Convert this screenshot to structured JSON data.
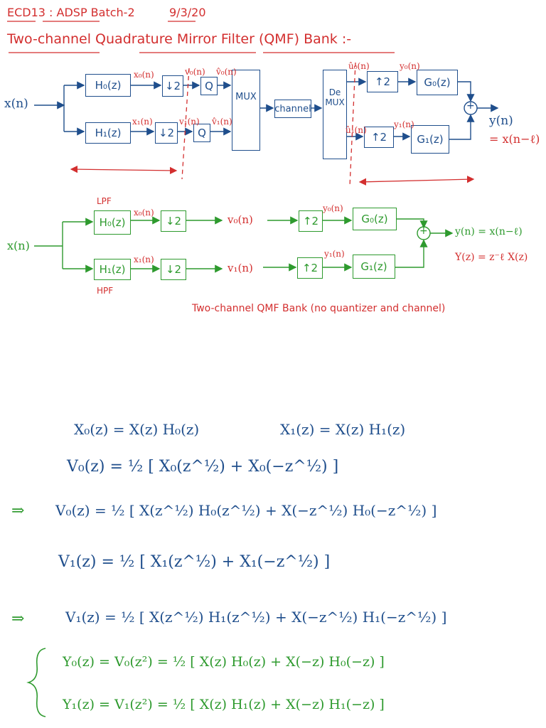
{
  "header": {
    "course": "ECD13 : ADSP Batch-2",
    "date": "9/3/20",
    "title": "Two-channel Quadrature Mirror Filter (QMF) Bank :-"
  },
  "diagram1": {
    "input": "x(n)",
    "h0": "H₀(z)",
    "h1": "H₁(z)",
    "x0": "x₀(n)",
    "x1": "x₁(n)",
    "down": "↓2",
    "v0": "v₀(n)",
    "v1": "v₁(n)",
    "q": "Q",
    "v0hat": "v̂₀(n)",
    "v1hat": "v̂₁(n)",
    "mux": "MUX",
    "channel": "channel",
    "demux": "De MUX",
    "u0": "û₀(n)",
    "u1": "û₁(n)",
    "up": "↑2",
    "y0": "y₀(n)",
    "y1": "y₁(n)",
    "g0": "G₀(z)",
    "g1": "G₁(z)",
    "plus": "+",
    "output": "y(n)",
    "output_eq": "= x(n−ℓ)"
  },
  "diagram2": {
    "input": "x(n)",
    "lpf": "LPF",
    "hpf": "HPF",
    "h0": "H₀(z)",
    "h1": "H₁(z)",
    "x0": "x₀(n)",
    "x1": "x₁(n)",
    "down": "↓2",
    "v0": "v₀(n)",
    "v1": "v₁(n)",
    "up": "↑2",
    "y0": "y₀(n)",
    "y1": "y₁(n)",
    "g0": "G₀(z)",
    "g1": "G₁(z)",
    "plus": "+",
    "output": "y(n) = x(n−ℓ)",
    "output_z": "Y(z) = z⁻ℓ X(z)",
    "caption": "Two-channel QMF Bank (no quantizer and channel)"
  },
  "equations": {
    "eq1a": "X₀(z) = X(z) H₀(z)",
    "eq1b": "X₁(z) = X(z) H₁(z)",
    "eq2": "V₀(z) = ½ [ X₀(z^½) + X₀(−z^½) ]",
    "arrow": "⇒",
    "eq3": "V₀(z) = ½ [ X(z^½) H₀(z^½) + X(−z^½) H₀(−z^½) ]",
    "eq4": "V₁(z) = ½ [ X₁(z^½) + X₁(−z^½) ]",
    "eq5": "V₁(z) = ½ [ X(z^½) H₁(z^½) + X(−z^½) H₁(−z^½) ]",
    "brace": "{",
    "eq6": "Y₀(z) = V₀(z²) = ½ [ X(z) H₀(z) + X(−z) H₀(−z) ]",
    "eq7": "Y₁(z) = V₁(z²) = ½ [ X(z) H₁(z) + X(−z) H₁(−z) ]"
  }
}
